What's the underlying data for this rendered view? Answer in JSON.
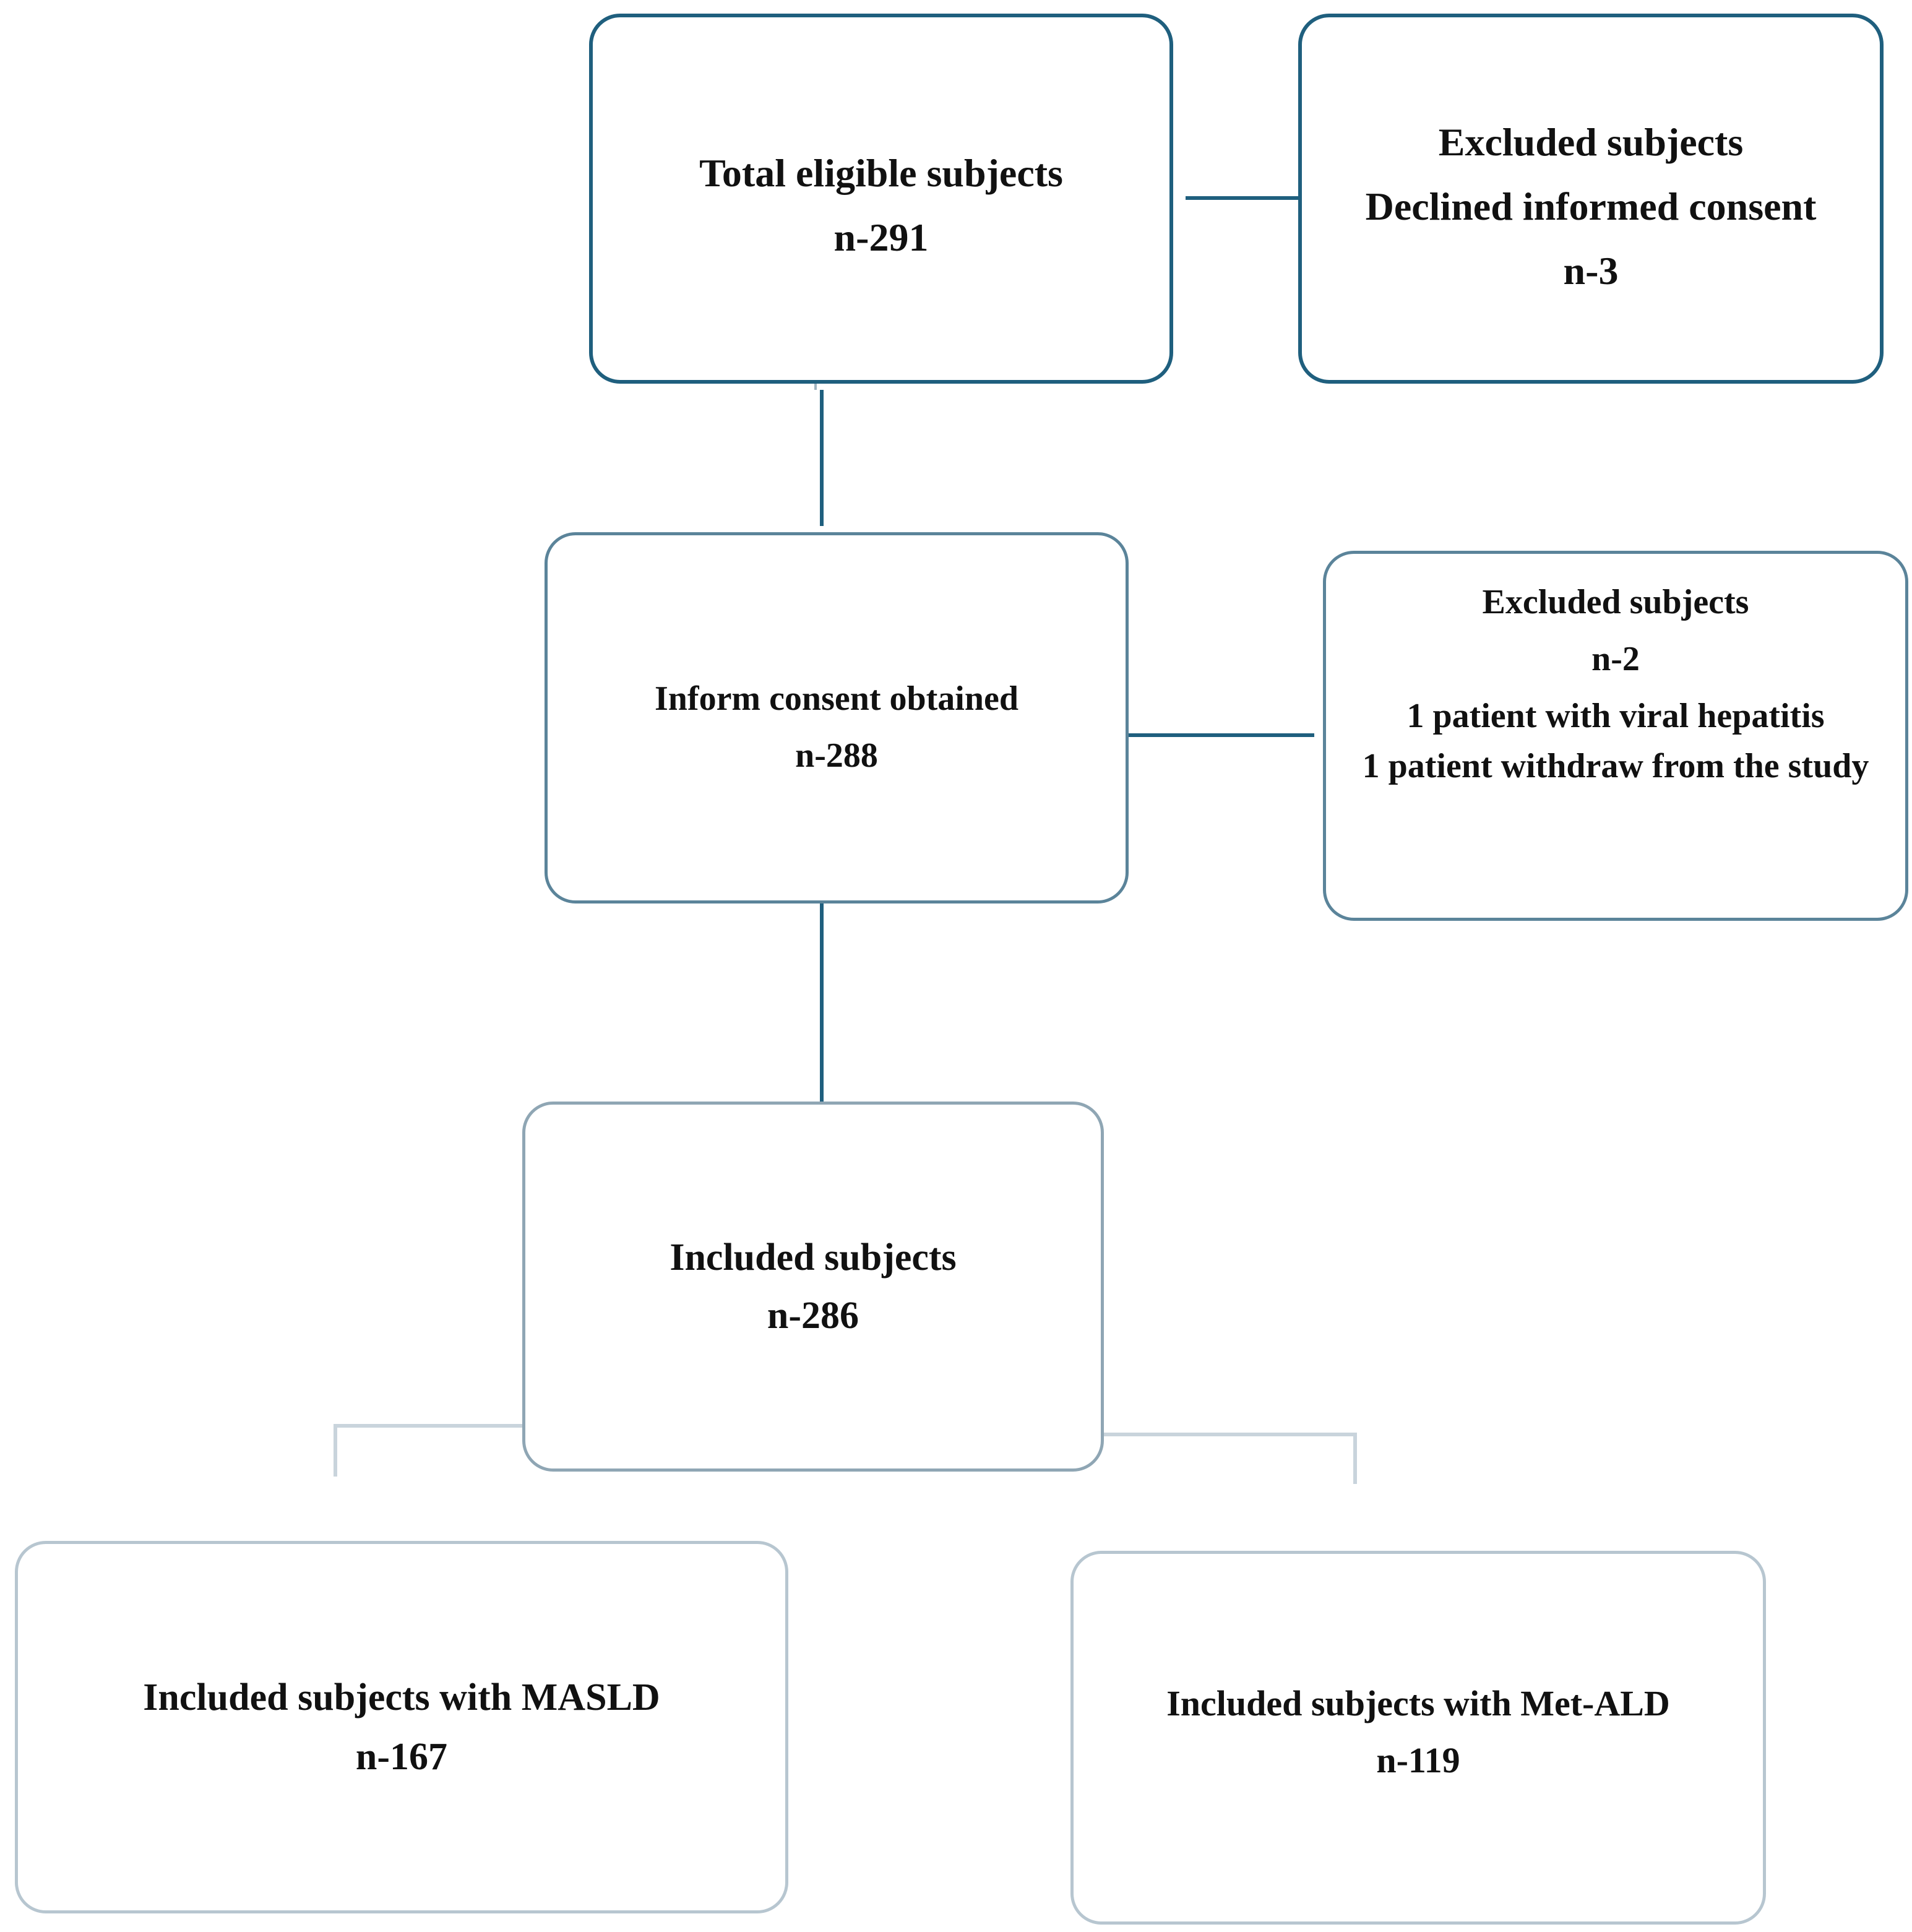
{
  "flowchart": {
    "nodes": [
      {
        "id": "total-eligible",
        "lines": [
          "Total eligible subjects",
          "n-291"
        ]
      },
      {
        "id": "excluded-declined",
        "lines": [
          "Excluded subjects",
          "Declined informed consent",
          "n-3"
        ]
      },
      {
        "id": "consent-obtained",
        "lines": [
          "Inform consent obtained",
          "n-288"
        ]
      },
      {
        "id": "excluded-second",
        "lines": [
          "Excluded subjects",
          "n-2",
          "1 patient with viral hepatitis",
          "1 patient withdraw from the study"
        ]
      },
      {
        "id": "included",
        "lines": [
          "Included subjects",
          "n-286"
        ]
      },
      {
        "id": "included-masld",
        "lines": [
          "Included subjects with MASLD",
          "n-167"
        ]
      },
      {
        "id": "included-metald",
        "lines": [
          "Included subjects with Met-ALD",
          "n-119"
        ]
      }
    ],
    "edges": [
      {
        "from": "total-eligible",
        "to": "excluded-declined"
      },
      {
        "from": "total-eligible",
        "to": "consent-obtained"
      },
      {
        "from": "consent-obtained",
        "to": "excluded-second"
      },
      {
        "from": "consent-obtained",
        "to": "included"
      },
      {
        "from": "included",
        "to": "included-masld"
      },
      {
        "from": "included",
        "to": "included-metald"
      }
    ],
    "colors": {
      "dark_border": "#1f5f7e",
      "mid_border": "#5b849a",
      "light_border": "#8fa6b4",
      "pale_border": "#b7c6d0"
    }
  }
}
